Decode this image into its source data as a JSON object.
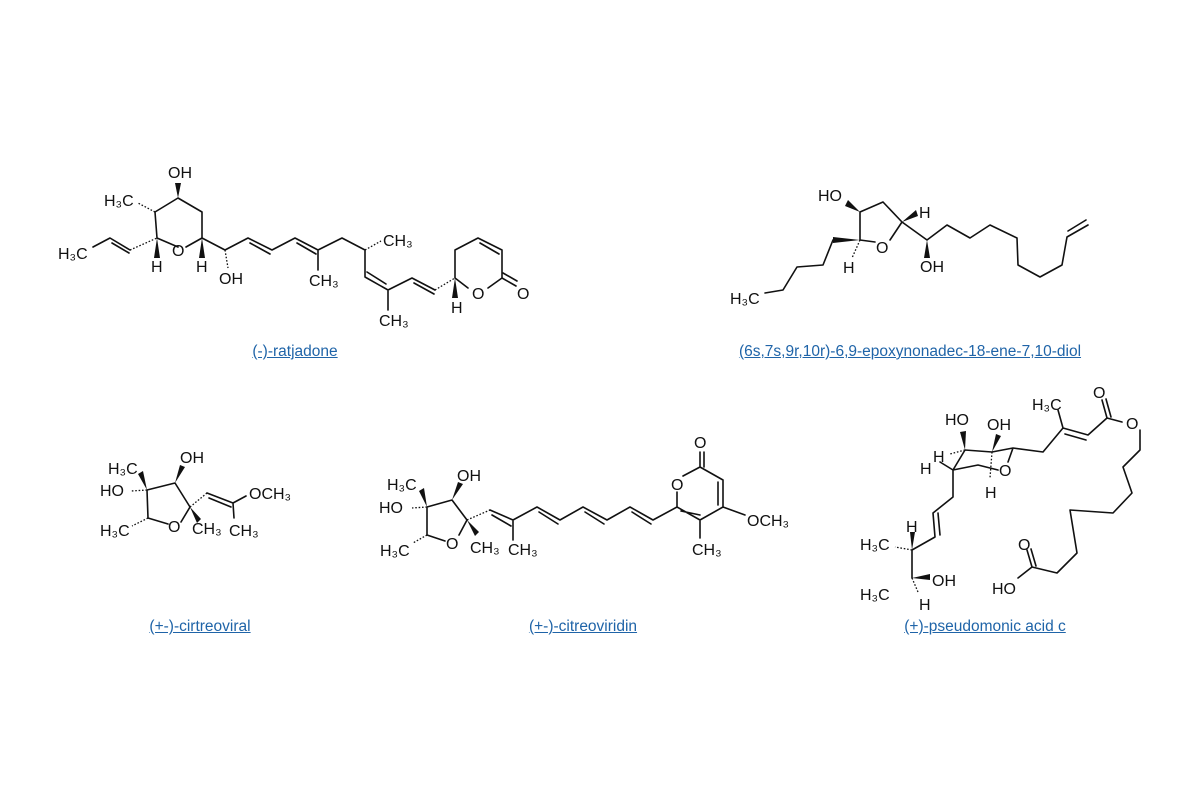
{
  "link_color": "#1f64a8",
  "molecules": [
    {
      "name": "(-)-ratjadone",
      "labels": [
        "OH",
        "H₃C",
        "H₃C",
        "H",
        "O",
        "H",
        "OH",
        "CH₃",
        "CH₃",
        "CH₃",
        "H",
        "O",
        "O"
      ]
    },
    {
      "name": "(6s,7s,9r,10r)-6,9-epoxynonadec-18-ene-7,10-diol",
      "labels": [
        "HO",
        "H",
        "O",
        "H",
        "OH",
        "H₃C"
      ]
    },
    {
      "name": "(+-)-cirtreoviral",
      "labels": [
        "OH",
        "H₃C",
        "HO",
        "H₃C",
        "O",
        "CH₃",
        "OCH₃",
        "CH₃"
      ]
    },
    {
      "name": "(+-)-citreoviridin",
      "labels": [
        "OH",
        "H₃C",
        "HO",
        "H₃C",
        "O",
        "CH₃",
        "CH₃",
        "O",
        "O",
        "OCH₃",
        "CH₃"
      ]
    },
    {
      "name": "(+)-pseudomonic acid c",
      "labels": [
        "HO",
        "OH",
        "H",
        "H",
        "O",
        "H",
        "H₃C",
        "O",
        "O",
        "H",
        "H₃C",
        "OH",
        "H₃C",
        "H",
        "O",
        "HO"
      ]
    }
  ]
}
